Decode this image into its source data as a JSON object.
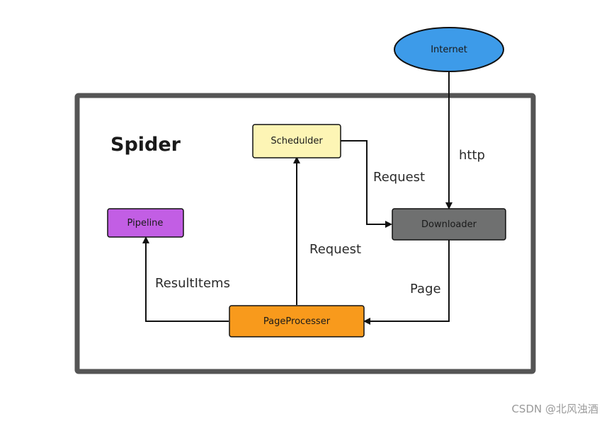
{
  "diagram": {
    "container_label": "Spider",
    "nodes": {
      "internet": {
        "label": "Internet",
        "color": "#3d9be9"
      },
      "scheduler": {
        "label": "Schedulder",
        "color": "#fdf5b5"
      },
      "downloader": {
        "label": "Downloader",
        "color": "#6f7070"
      },
      "pipeline": {
        "label": "Pipeline",
        "color": "#c25ee4"
      },
      "page_processer": {
        "label": "PageProcesser",
        "color": "#f89a1c"
      }
    },
    "edges": {
      "internet_to_downloader": "http",
      "scheduler_to_downloader": "Request",
      "processer_to_scheduler": "Request",
      "downloader_to_processer": "Page",
      "processer_to_pipeline": "ResultItems"
    },
    "container_border_color": "#555555"
  },
  "watermark": "CSDN @北风浊酒"
}
